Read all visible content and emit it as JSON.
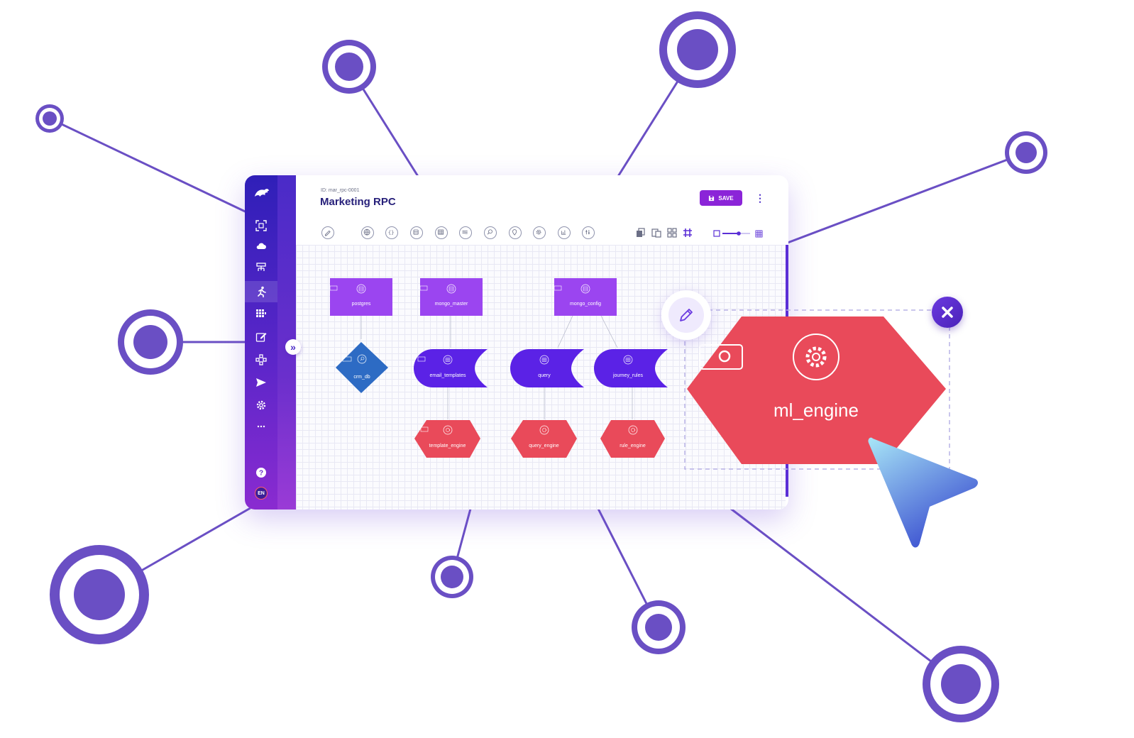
{
  "app": {
    "id_label": "ID: mar_rpc-0001",
    "title": "Marketing RPC",
    "save_label": "SAVE",
    "language": "EN"
  },
  "colors": {
    "brand_purple": "#5b26c9",
    "save_button": "#8b24d8",
    "node_violet": "#9b45f0",
    "node_indigo": "#5b22e6",
    "node_blue": "#2d6bc4",
    "node_red": "#e94a5a",
    "connector": "#6a4fc4"
  },
  "sidebar": {
    "items": [
      {
        "icon": "logo-icon"
      },
      {
        "icon": "scan-icon"
      },
      {
        "icon": "cloud-icon"
      },
      {
        "icon": "hierarchy-icon"
      },
      {
        "icon": "runner-icon",
        "active": true
      },
      {
        "icon": "globe-grid-icon"
      },
      {
        "icon": "edit-icon"
      },
      {
        "icon": "components-icon"
      },
      {
        "icon": "send-icon"
      },
      {
        "icon": "settings-icon"
      },
      {
        "icon": "more-icon"
      },
      {
        "icon": "help-icon"
      }
    ]
  },
  "toolbar": {
    "icons": [
      "pencil-icon",
      "globe-icon",
      "braces-icon",
      "list-icon",
      "table-icon",
      "layers-icon",
      "search-icon",
      "map-pin-icon",
      "settings-icon",
      "chart-icon",
      "sliders-icon",
      "copy-icon",
      "paste-icon",
      "grid-icon",
      "hash-icon",
      "zoom-slider"
    ]
  },
  "diagram": {
    "nodes": [
      {
        "id": "postgres",
        "label": "postgres",
        "shape": "rect",
        "icon": "database-icon"
      },
      {
        "id": "mongo_master",
        "label": "mongo_master",
        "shape": "rect",
        "icon": "database-icon"
      },
      {
        "id": "mongo_config",
        "label": "mongo_config",
        "shape": "rect",
        "icon": "database-icon"
      },
      {
        "id": "crm_db",
        "label": "crm_db",
        "shape": "diamond",
        "icon": "search-icon"
      },
      {
        "id": "email_templates",
        "label": "email_templates",
        "shape": "tab",
        "icon": "table-icon"
      },
      {
        "id": "query",
        "label": "query",
        "shape": "tab",
        "icon": "table-icon"
      },
      {
        "id": "journey_rules",
        "label": "journey_rules",
        "shape": "tab",
        "icon": "table-icon"
      },
      {
        "id": "template_engine",
        "label": "template_engine",
        "shape": "hexagon",
        "icon": "gear-icon"
      },
      {
        "id": "query_engine",
        "label": "query_engine",
        "shape": "hexagon",
        "icon": "gear-icon"
      },
      {
        "id": "rule_engine",
        "label": "rule_engine",
        "shape": "hexagon",
        "icon": "gear-icon"
      }
    ],
    "edges": [
      [
        "postgres",
        "crm_db"
      ],
      [
        "mongo_master",
        "email_templates"
      ],
      [
        "mongo_config",
        "query"
      ],
      [
        "mongo_config",
        "journey_rules"
      ],
      [
        "email_templates",
        "template_engine"
      ],
      [
        "query",
        "query_engine"
      ],
      [
        "journey_rules",
        "rule_engine"
      ]
    ]
  },
  "callout": {
    "node_label": "ml_engine",
    "node_icon": "gear-icon",
    "actions": [
      "edit-icon",
      "close-icon"
    ]
  }
}
